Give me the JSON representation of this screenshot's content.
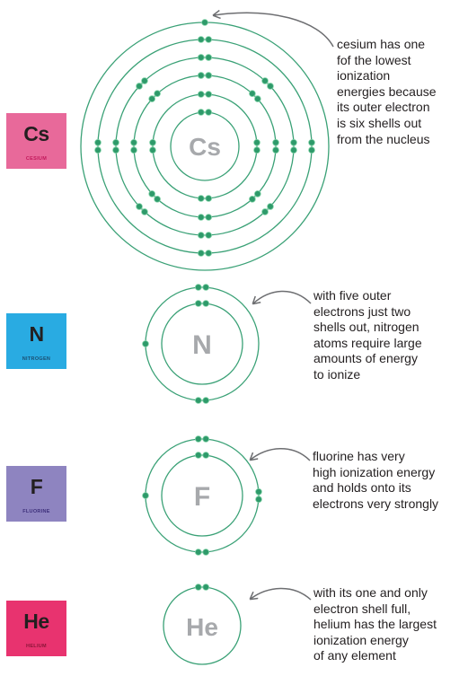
{
  "colors": {
    "shell": "#3aa176",
    "electron": "#2e9a6a",
    "electron_highlight": "#7fd1a6",
    "nucleus_label": "#a7a9ac",
    "arrow": "#6d6e71",
    "text": "#231f20"
  },
  "elements": [
    {
      "key": "cs",
      "symbol": "Cs",
      "name": "CESIUM",
      "tile_color": "#e8699a",
      "name_color": "#c2185b",
      "nucleus_label": "Cs",
      "shells": [
        2,
        8,
        18,
        18,
        8,
        1
      ],
      "note": [
        "cesium has one",
        "fof the lowest",
        "ionization",
        "energies because",
        "its outer electron",
        "is six shells out",
        "from the nucleus"
      ]
    },
    {
      "key": "n",
      "symbol": "N",
      "name": "NITROGEN",
      "tile_color": "#29abe2",
      "name_color": "#1b4f72",
      "nucleus_label": "N",
      "shells": [
        2,
        5
      ],
      "note": [
        "with five outer",
        "electrons just two",
        "shells out, nitrogen",
        "atoms require large",
        "amounts of energy",
        "to ionize"
      ]
    },
    {
      "key": "f",
      "symbol": "F",
      "name": "FLUORINE",
      "tile_color": "#8e84c0",
      "name_color": "#3d2f7a",
      "nucleus_label": "F",
      "shells": [
        2,
        7
      ],
      "note": [
        "fluorine has very",
        "high ionization energy",
        "and holds onto its",
        "electrons very strongly"
      ]
    },
    {
      "key": "he",
      "symbol": "He",
      "name": "HELIUM",
      "tile_color": "#e8336f",
      "name_color": "#8b1538",
      "nucleus_label": "He",
      "shells": [
        2
      ],
      "note": [
        "with its one and only",
        "electron shell full,",
        "helium has the largest",
        "ionization energy",
        "of any element"
      ]
    }
  ]
}
